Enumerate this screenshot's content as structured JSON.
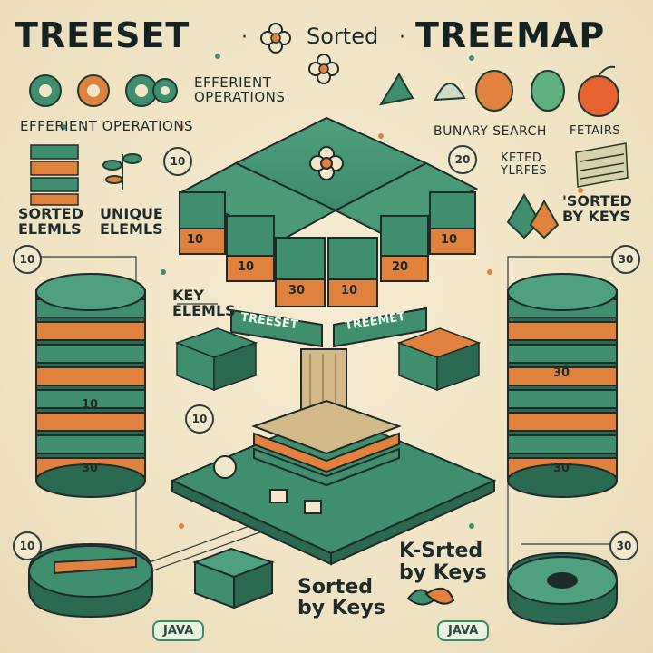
{
  "header": {
    "left_title": "TREESET",
    "separator": "·",
    "middle": "Sorted",
    "right_title": "TREEMAP"
  },
  "labels": {
    "efficient_ops_top": "EFFERIENT OPERATIONS",
    "efficient_ops_left": "EFFERIENT OPERATIONS",
    "binary_search": "BUNARY SEARCH",
    "pairs": "FETAIRS",
    "sorted_elems": "SORTED ELEMLS",
    "unique_elems": "UNIQUE ELEMLS",
    "keted_yeres": "KETED YLRFES",
    "sorted_by_keys_right": "'SORTED BY KEYS",
    "key_elems": "KEY ELEMLS",
    "treeset_sign": "TREESET",
    "treemap_sign": "TREEMET",
    "sorted_by_keys_bottom": "Sorted by Keys",
    "k_sorted": "K-Srted",
    "by_keys": "by Keys",
    "java_left": "JAVA",
    "java_right": "JAVA"
  },
  "badges": {
    "b1": "10",
    "b2": "20",
    "b3": "10",
    "b4": "30",
    "b5": "10",
    "b6": "10",
    "b7": "30"
  },
  "block_labels": {
    "a": "10",
    "b": "10",
    "c": "30",
    "d": "10",
    "e": "20",
    "f": "10",
    "g": "30",
    "h": "10",
    "i": "30"
  },
  "colors": {
    "green": "#3f8f6f",
    "green_dark": "#2b6a51",
    "orange": "#e0823d",
    "orange_dark": "#b8612a",
    "ink": "#1f2a2a"
  }
}
